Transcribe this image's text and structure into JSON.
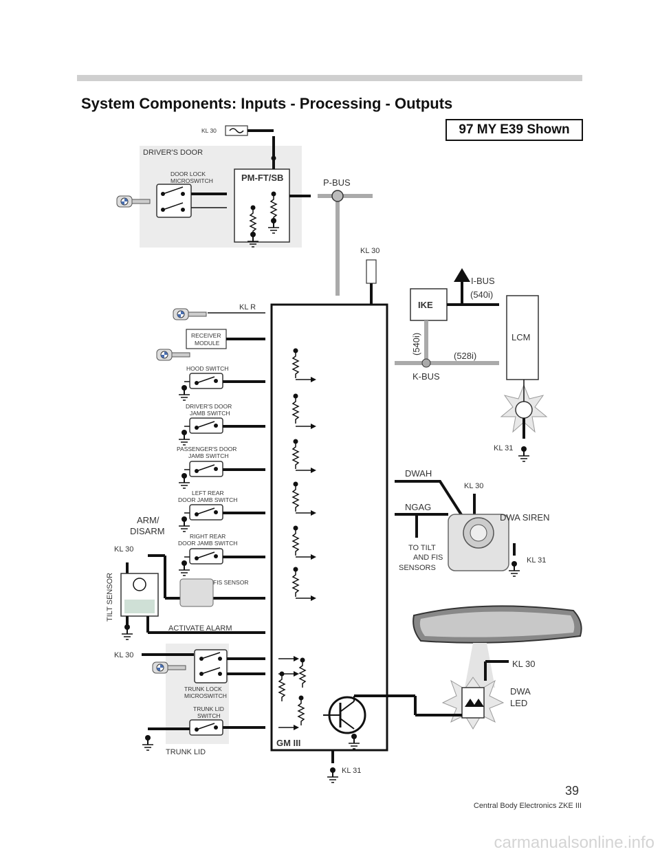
{
  "header": {
    "title": "System Components:   Inputs - Processing - Outputs",
    "model": "97 MY E39 Shown"
  },
  "diagram": {
    "kl30_top": "KL 30",
    "drivers_door": "DRIVER'S DOOR",
    "door_lock_micro_1": "DOOR LOCK",
    "door_lock_micro_2": "MICROSWITCH",
    "pm_ft_sb": "PM-FT/SB",
    "p_bus": "P-BUS",
    "kl30_gm": "KL 30",
    "i_bus": "I-BUS",
    "ike": "IKE",
    "i540": "(540i)",
    "k540": "(540i)",
    "k528": "(528i)",
    "k_bus": "K-BUS",
    "lcm": "LCM",
    "kl31_lcm": "KL 31",
    "kl_r": "KL R",
    "receiver_1": "RECEIVER",
    "receiver_2": "MODULE",
    "hood_switch": "HOOD SWITCH",
    "drv_jamb_1": "DRIVER'S DOOR",
    "drv_jamb_2": "JAMB SWITCH",
    "pass_jamb_1": "PASSENGER'S DOOR",
    "pass_jamb_2": "JAMB SWITCH",
    "lr_jamb_1": "LEFT REAR",
    "lr_jamb_2": "DOOR JAMB SWITCH",
    "rr_jamb_1": "RIGHT REAR",
    "rr_jamb_2": "DOOR JAMB SWITCH",
    "arm_1": "ARM/",
    "arm_2": "DISARM",
    "kl30_tilt": "KL 30",
    "tilt_sensor": "TILT SENSOR",
    "fis_sensor": "FIS SENSOR",
    "activate_alarm": "ACTIVATE ALARM",
    "kl30_trunk": "KL 30",
    "trunk_lock_1": "TRUNK LOCK",
    "trunk_lock_2": "MICROSWITCH",
    "trunk_lid_sw_1": "TRUNK LID",
    "trunk_lid_sw_2": "SWITCH",
    "trunk_lid": "TRUNK LID",
    "gm3": "GM III",
    "kl31_gm": "KL 31",
    "dwah": "DWAH",
    "kl30_siren": "KL 30",
    "ngag": "NGAG",
    "dwa_siren": "DWA SIREN",
    "tilt_fis_1": "TO TILT",
    "tilt_fis_2": "AND FIS",
    "tilt_fis_3": "SENSORS",
    "kl31_siren": "KL 31",
    "kl30_led": "KL 30",
    "dwa_led_1": "DWA",
    "dwa_led_2": "LED"
  },
  "footer": {
    "page": "39",
    "subtitle": "Central Body Electronics ZKE III",
    "watermark": "carmanualsonline.info"
  }
}
